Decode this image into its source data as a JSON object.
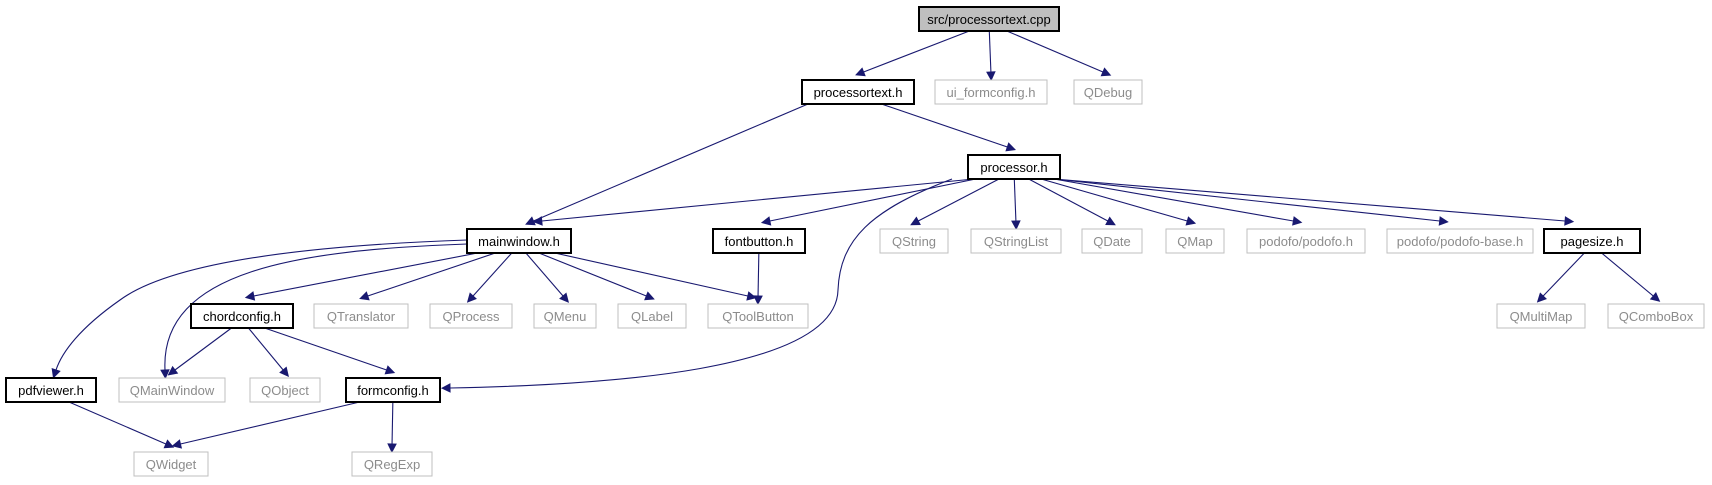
{
  "diagram": {
    "nodes": [
      {
        "id": "processortext_cpp",
        "label": "src/processortext.cpp",
        "kind": "root"
      },
      {
        "id": "processortext_h",
        "label": "processortext.h",
        "kind": "local"
      },
      {
        "id": "ui_formconfig_h",
        "label": "ui_formconfig.h",
        "kind": "system"
      },
      {
        "id": "qdebug",
        "label": "QDebug",
        "kind": "system"
      },
      {
        "id": "processor_h",
        "label": "processor.h",
        "kind": "local"
      },
      {
        "id": "mainwindow_h",
        "label": "mainwindow.h",
        "kind": "local"
      },
      {
        "id": "fontbutton_h",
        "label": "fontbutton.h",
        "kind": "local"
      },
      {
        "id": "qstring",
        "label": "QString",
        "kind": "system"
      },
      {
        "id": "qstringlist",
        "label": "QStringList",
        "kind": "system"
      },
      {
        "id": "qdate",
        "label": "QDate",
        "kind": "system"
      },
      {
        "id": "qmap",
        "label": "QMap",
        "kind": "system"
      },
      {
        "id": "podofo_h",
        "label": "podofo/podofo.h",
        "kind": "system"
      },
      {
        "id": "podofo_base_h",
        "label": "podofo/podofo-base.h",
        "kind": "system"
      },
      {
        "id": "pagesize_h",
        "label": "pagesize.h",
        "kind": "local"
      },
      {
        "id": "chordconfig_h",
        "label": "chordconfig.h",
        "kind": "local"
      },
      {
        "id": "qtranslator",
        "label": "QTranslator",
        "kind": "system"
      },
      {
        "id": "qprocess",
        "label": "QProcess",
        "kind": "system"
      },
      {
        "id": "qmenu",
        "label": "QMenu",
        "kind": "system"
      },
      {
        "id": "qlabel",
        "label": "QLabel",
        "kind": "system"
      },
      {
        "id": "qtoolbutton",
        "label": "QToolButton",
        "kind": "system"
      },
      {
        "id": "qmultimap",
        "label": "QMultiMap",
        "kind": "system"
      },
      {
        "id": "qcombobox",
        "label": "QComboBox",
        "kind": "system"
      },
      {
        "id": "pdfviewer_h",
        "label": "pdfviewer.h",
        "kind": "local"
      },
      {
        "id": "qmainwindow",
        "label": "QMainWindow",
        "kind": "system"
      },
      {
        "id": "qobject",
        "label": "QObject",
        "kind": "system"
      },
      {
        "id": "formconfig_h",
        "label": "formconfig.h",
        "kind": "local"
      },
      {
        "id": "qwidget",
        "label": "QWidget",
        "kind": "system"
      },
      {
        "id": "qregexp",
        "label": "QRegExp",
        "kind": "system"
      }
    ],
    "edges": [
      {
        "from": "processortext_cpp",
        "to": "processortext_h"
      },
      {
        "from": "processortext_cpp",
        "to": "ui_formconfig_h"
      },
      {
        "from": "processortext_cpp",
        "to": "qdebug"
      },
      {
        "from": "processortext_h",
        "to": "mainwindow_h"
      },
      {
        "from": "processortext_h",
        "to": "processor_h"
      },
      {
        "from": "processor_h",
        "to": "mainwindow_h"
      },
      {
        "from": "processor_h",
        "to": "fontbutton_h"
      },
      {
        "from": "processor_h",
        "to": "formconfig_h"
      },
      {
        "from": "processor_h",
        "to": "qstring"
      },
      {
        "from": "processor_h",
        "to": "qstringlist"
      },
      {
        "from": "processor_h",
        "to": "qdate"
      },
      {
        "from": "processor_h",
        "to": "qmap"
      },
      {
        "from": "processor_h",
        "to": "podofo_h"
      },
      {
        "from": "processor_h",
        "to": "podofo_base_h"
      },
      {
        "from": "processor_h",
        "to": "pagesize_h"
      },
      {
        "from": "mainwindow_h",
        "to": "pdfviewer_h"
      },
      {
        "from": "mainwindow_h",
        "to": "qmainwindow"
      },
      {
        "from": "mainwindow_h",
        "to": "chordconfig_h"
      },
      {
        "from": "mainwindow_h",
        "to": "qtranslator"
      },
      {
        "from": "mainwindow_h",
        "to": "qprocess"
      },
      {
        "from": "mainwindow_h",
        "to": "qmenu"
      },
      {
        "from": "mainwindow_h",
        "to": "qlabel"
      },
      {
        "from": "mainwindow_h",
        "to": "qtoolbutton"
      },
      {
        "from": "fontbutton_h",
        "to": "qtoolbutton"
      },
      {
        "from": "pagesize_h",
        "to": "qmultimap"
      },
      {
        "from": "pagesize_h",
        "to": "qcombobox"
      },
      {
        "from": "chordconfig_h",
        "to": "qmainwindow"
      },
      {
        "from": "chordconfig_h",
        "to": "qobject"
      },
      {
        "from": "chordconfig_h",
        "to": "formconfig_h"
      },
      {
        "from": "pdfviewer_h",
        "to": "qwidget"
      },
      {
        "from": "formconfig_h",
        "to": "qwidget"
      },
      {
        "from": "formconfig_h",
        "to": "qregexp"
      }
    ]
  },
  "colors": {
    "edge": "#191970",
    "root_fill": "#bfbfbf",
    "local_border": "#000000",
    "system_border": "#bfbfbf",
    "system_text": "#8c8c8c"
  }
}
